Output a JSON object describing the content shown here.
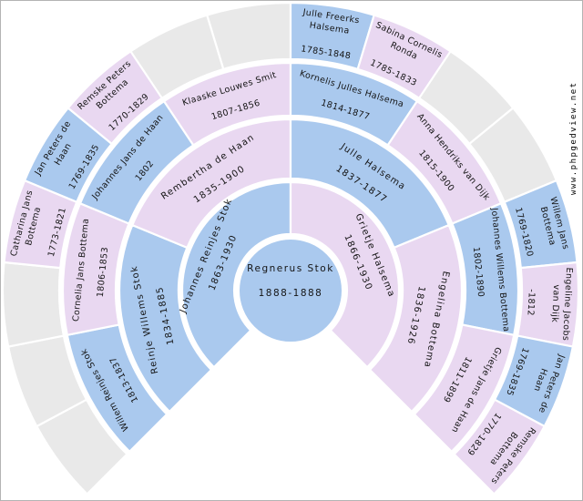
{
  "watermark": {
    "text": "www.phpgedview.net"
  },
  "colors": {
    "male": "#aac9ee",
    "female": "#e9d8f1",
    "empty": "#e9e9e9",
    "divider": "#ffffff",
    "text": "#141414",
    "border": "#b3b3b3",
    "background": "#ffffff"
  },
  "center_person": {
    "name": "Regnerus Stok",
    "dates": "1888-1888",
    "sex": "M"
  },
  "rings": [
    {
      "generation": 2,
      "slots": [
        {
          "name": "Johannes Reinjes Stok",
          "lines": [
            "Johannes Reinjes Stok"
          ],
          "dates": "1863-1930",
          "sex": "M"
        },
        {
          "name": "Grietje Halsema",
          "lines": [
            "Grietje Halsema"
          ],
          "dates": "1866-1930",
          "sex": "F"
        }
      ]
    },
    {
      "generation": 3,
      "slots": [
        {
          "name": "Reinje Willems Stok",
          "lines": [
            "Reinje Willems Stok"
          ],
          "dates": "1834-1885",
          "sex": "M"
        },
        {
          "name": "Rembertha de Haan",
          "lines": [
            "Rembertha de Haan"
          ],
          "dates": "1835-1900",
          "sex": "F"
        },
        {
          "name": "Julle Halsema",
          "lines": [
            "Julle Halsema"
          ],
          "dates": "1837-1877",
          "sex": "M"
        },
        {
          "name": "Engelina Bottema",
          "lines": [
            "Engelina Bottema"
          ],
          "dates": "1836-1926",
          "sex": "F"
        }
      ]
    },
    {
      "generation": 4,
      "slots": [
        {
          "name": "Willem Reinjes Stok",
          "lines": [
            "Willem Reinjes Stok"
          ],
          "dates": "1813-1837",
          "sex": "M"
        },
        {
          "name": "Cornelia Jans Bottema",
          "lines": [
            "Cornelia Jans Bottema"
          ],
          "dates": "1806-1853",
          "sex": "F"
        },
        {
          "name": "Johannes Jans de Haan",
          "lines": [
            "Johannes Jans de Haan"
          ],
          "dates": "1802",
          "sex": "M"
        },
        {
          "name": "Klaaske Louwes Smit",
          "lines": [
            "Klaaske Louwes Smit"
          ],
          "dates": "1807-1856",
          "sex": "F"
        },
        {
          "name": "Kornelis Julles Halsema",
          "lines": [
            "Kornelis Julles Halsema"
          ],
          "dates": "1814-1877",
          "sex": "M"
        },
        {
          "name": "Anna Hendriks van Dijk",
          "lines": [
            "Anna Hendriks van Dijk"
          ],
          "dates": "1815-1900",
          "sex": "F"
        },
        {
          "name": "Johannes Willems Bottema",
          "lines": [
            "Johannes Willems Bottema"
          ],
          "dates": "1802-1890",
          "sex": "M"
        },
        {
          "name": "Grietje Jans de Haan",
          "lines": [
            "Grietje Jans de Haan"
          ],
          "dates": "1811-1899",
          "sex": "F"
        }
      ]
    },
    {
      "generation": 5,
      "slots": [
        {
          "empty": true
        },
        {
          "empty": true
        },
        {
          "empty": true
        },
        {
          "name": "Catharina Jans Bottema",
          "lines": [
            "Catharina Jans",
            "Bottema"
          ],
          "dates": "1773-1821",
          "sex": "F"
        },
        {
          "name": "Jan Peters de Haan",
          "lines": [
            "Jan Peters de",
            "Haan"
          ],
          "dates": "1769-1835",
          "sex": "M"
        },
        {
          "name": "Remske Peters Bottema",
          "lines": [
            "Remske Peters",
            "Bottema"
          ],
          "dates": "1770-1829",
          "sex": "F"
        },
        {
          "empty": true
        },
        {
          "empty": true
        },
        {
          "name": "Julle Freerks Halsema",
          "lines": [
            "Julle Freerks",
            "Halsema"
          ],
          "dates": "1785-1848",
          "sex": "M"
        },
        {
          "name": "Sabina Cornelis Ronda",
          "lines": [
            "Sabina Cornelis",
            "Ronda"
          ],
          "dates": "1785-1833",
          "sex": "F"
        },
        {
          "empty": true
        },
        {
          "empty": true
        },
        {
          "name": "Willem Jans Bottema",
          "lines": [
            "Willem Jans",
            "Bottema"
          ],
          "dates": "1769-1820",
          "sex": "M"
        },
        {
          "name": "Engeline Jacobs van Dijk",
          "lines": [
            "Engeline Jacobs",
            "van Dijk"
          ],
          "dates": "-1812",
          "sex": "F"
        },
        {
          "name": "Jan Peters de Haan",
          "lines": [
            "Jan Peters de",
            "Haan"
          ],
          "dates": "1769-1835",
          "sex": "M"
        },
        {
          "name": "Remske Peters Bottema",
          "lines": [
            "Remske Peters",
            "Bottema"
          ],
          "dates": "1770-1829",
          "sex": "F"
        }
      ]
    }
  ]
}
